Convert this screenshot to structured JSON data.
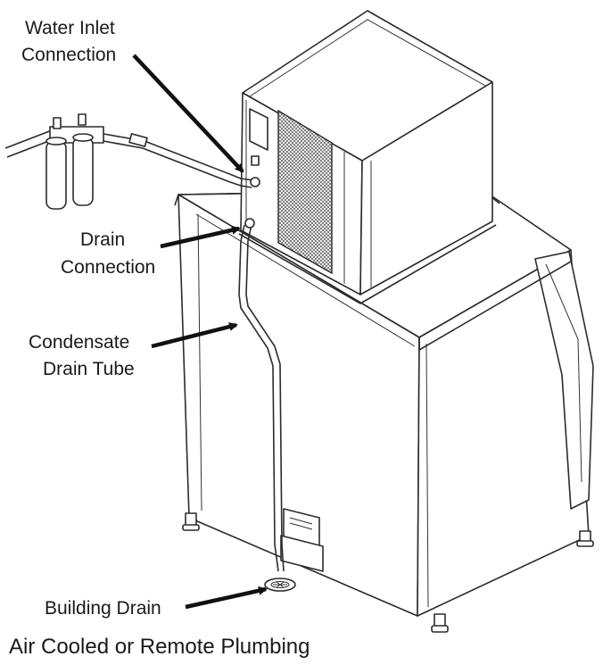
{
  "labels": {
    "water_inlet_line1": "Water Inlet",
    "water_inlet_line2": "Connection",
    "drain_line1": "Drain",
    "drain_line2": "Connection",
    "condensate_line1": "Condensate",
    "condensate_line2": "Drain Tube",
    "building_drain": "Building Drain"
  },
  "caption": "Air Cooled or Remote Plumbing"
}
